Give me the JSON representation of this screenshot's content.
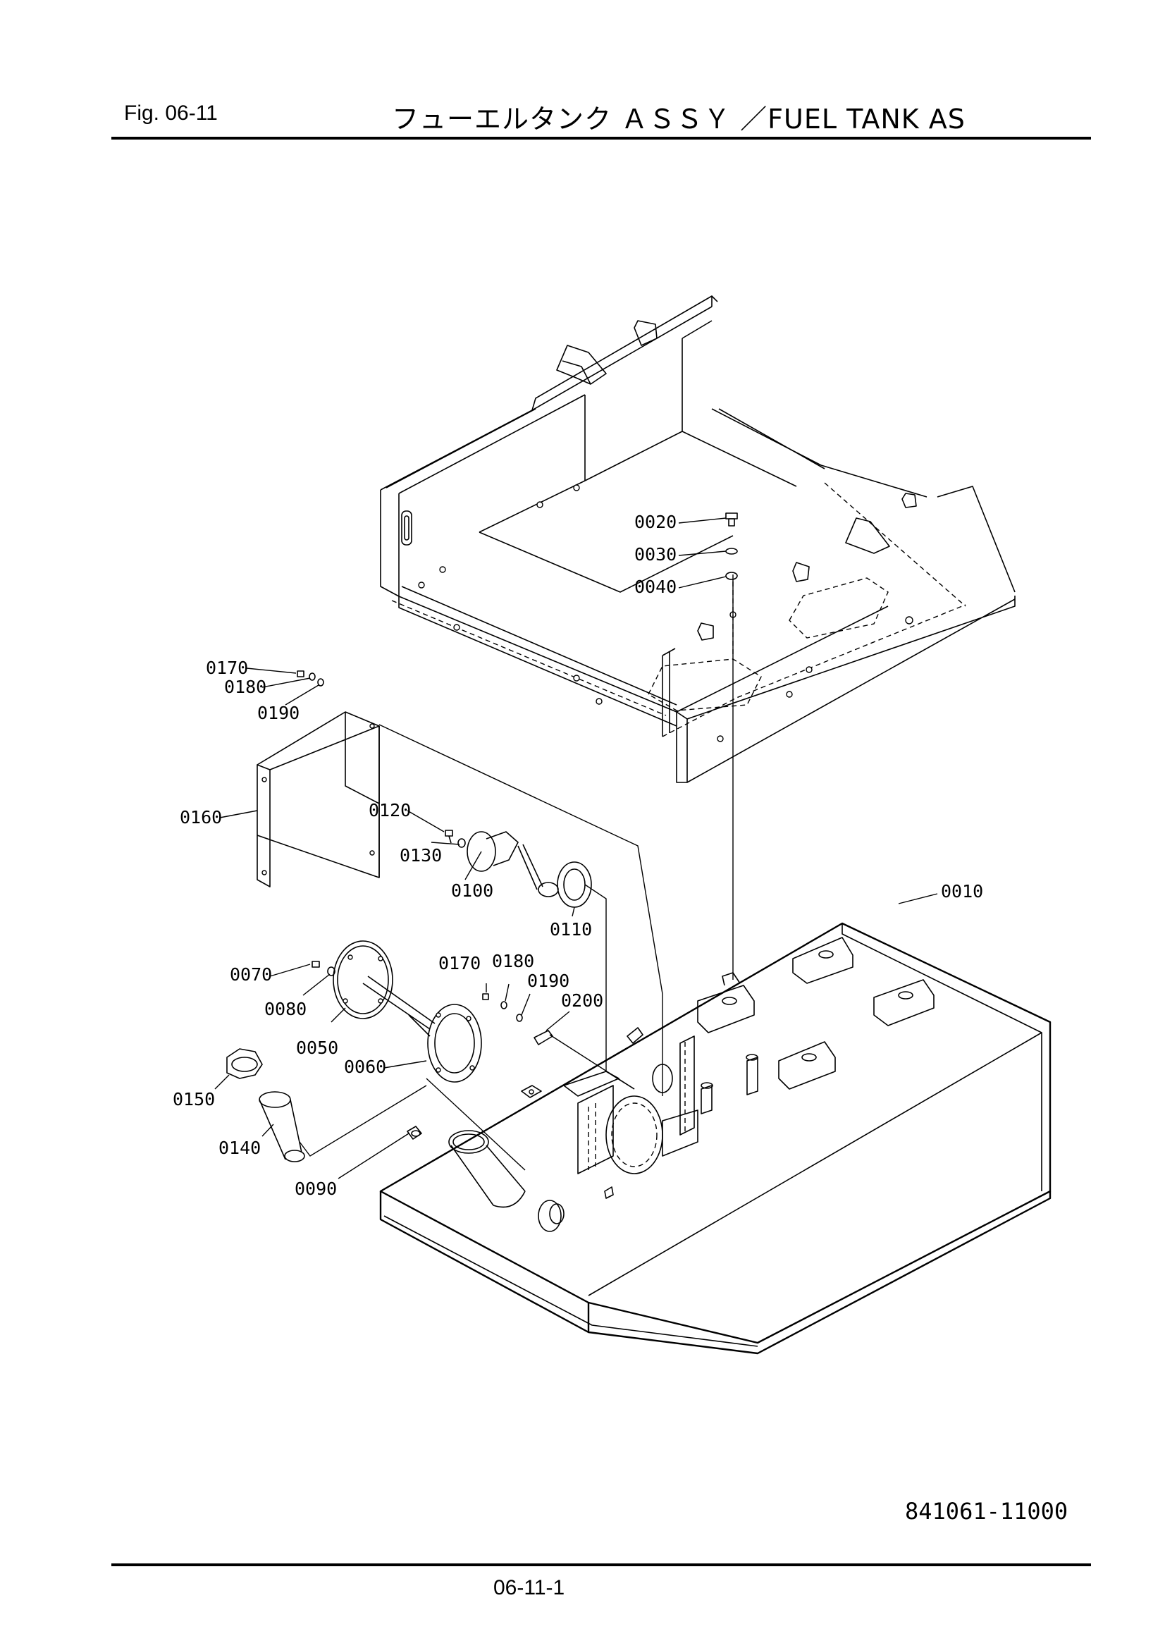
{
  "header": {
    "fig_label": "Fig.  06-11",
    "title": "フューエルタンク ＡＳＳＹ ／FUEL TANK AS"
  },
  "diagram": {
    "callouts": [
      {
        "id": "0010",
        "label": "0010"
      },
      {
        "id": "0020",
        "label": "0020"
      },
      {
        "id": "0030",
        "label": "0030"
      },
      {
        "id": "0040",
        "label": "0040"
      },
      {
        "id": "0050",
        "label": "0050"
      },
      {
        "id": "0060",
        "label": "0060"
      },
      {
        "id": "0070",
        "label": "0070"
      },
      {
        "id": "0080",
        "label": "0080"
      },
      {
        "id": "0090",
        "label": "0090"
      },
      {
        "id": "0100",
        "label": "0100"
      },
      {
        "id": "0110",
        "label": "0110"
      },
      {
        "id": "0120",
        "label": "0120"
      },
      {
        "id": "0130",
        "label": "0130"
      },
      {
        "id": "0140",
        "label": "0140"
      },
      {
        "id": "0150",
        "label": "0150"
      },
      {
        "id": "0160",
        "label": "0160"
      },
      {
        "id": "0170a",
        "label": "0170"
      },
      {
        "id": "0180a",
        "label": "0180"
      },
      {
        "id": "0190a",
        "label": "0190"
      },
      {
        "id": "0170b",
        "label": "0170"
      },
      {
        "id": "0180b",
        "label": "0180"
      },
      {
        "id": "0190b",
        "label": "0190"
      },
      {
        "id": "0200",
        "label": "0200"
      }
    ]
  },
  "footer": {
    "drawing_number": "841061-11000",
    "page_number": "06-11-1"
  }
}
